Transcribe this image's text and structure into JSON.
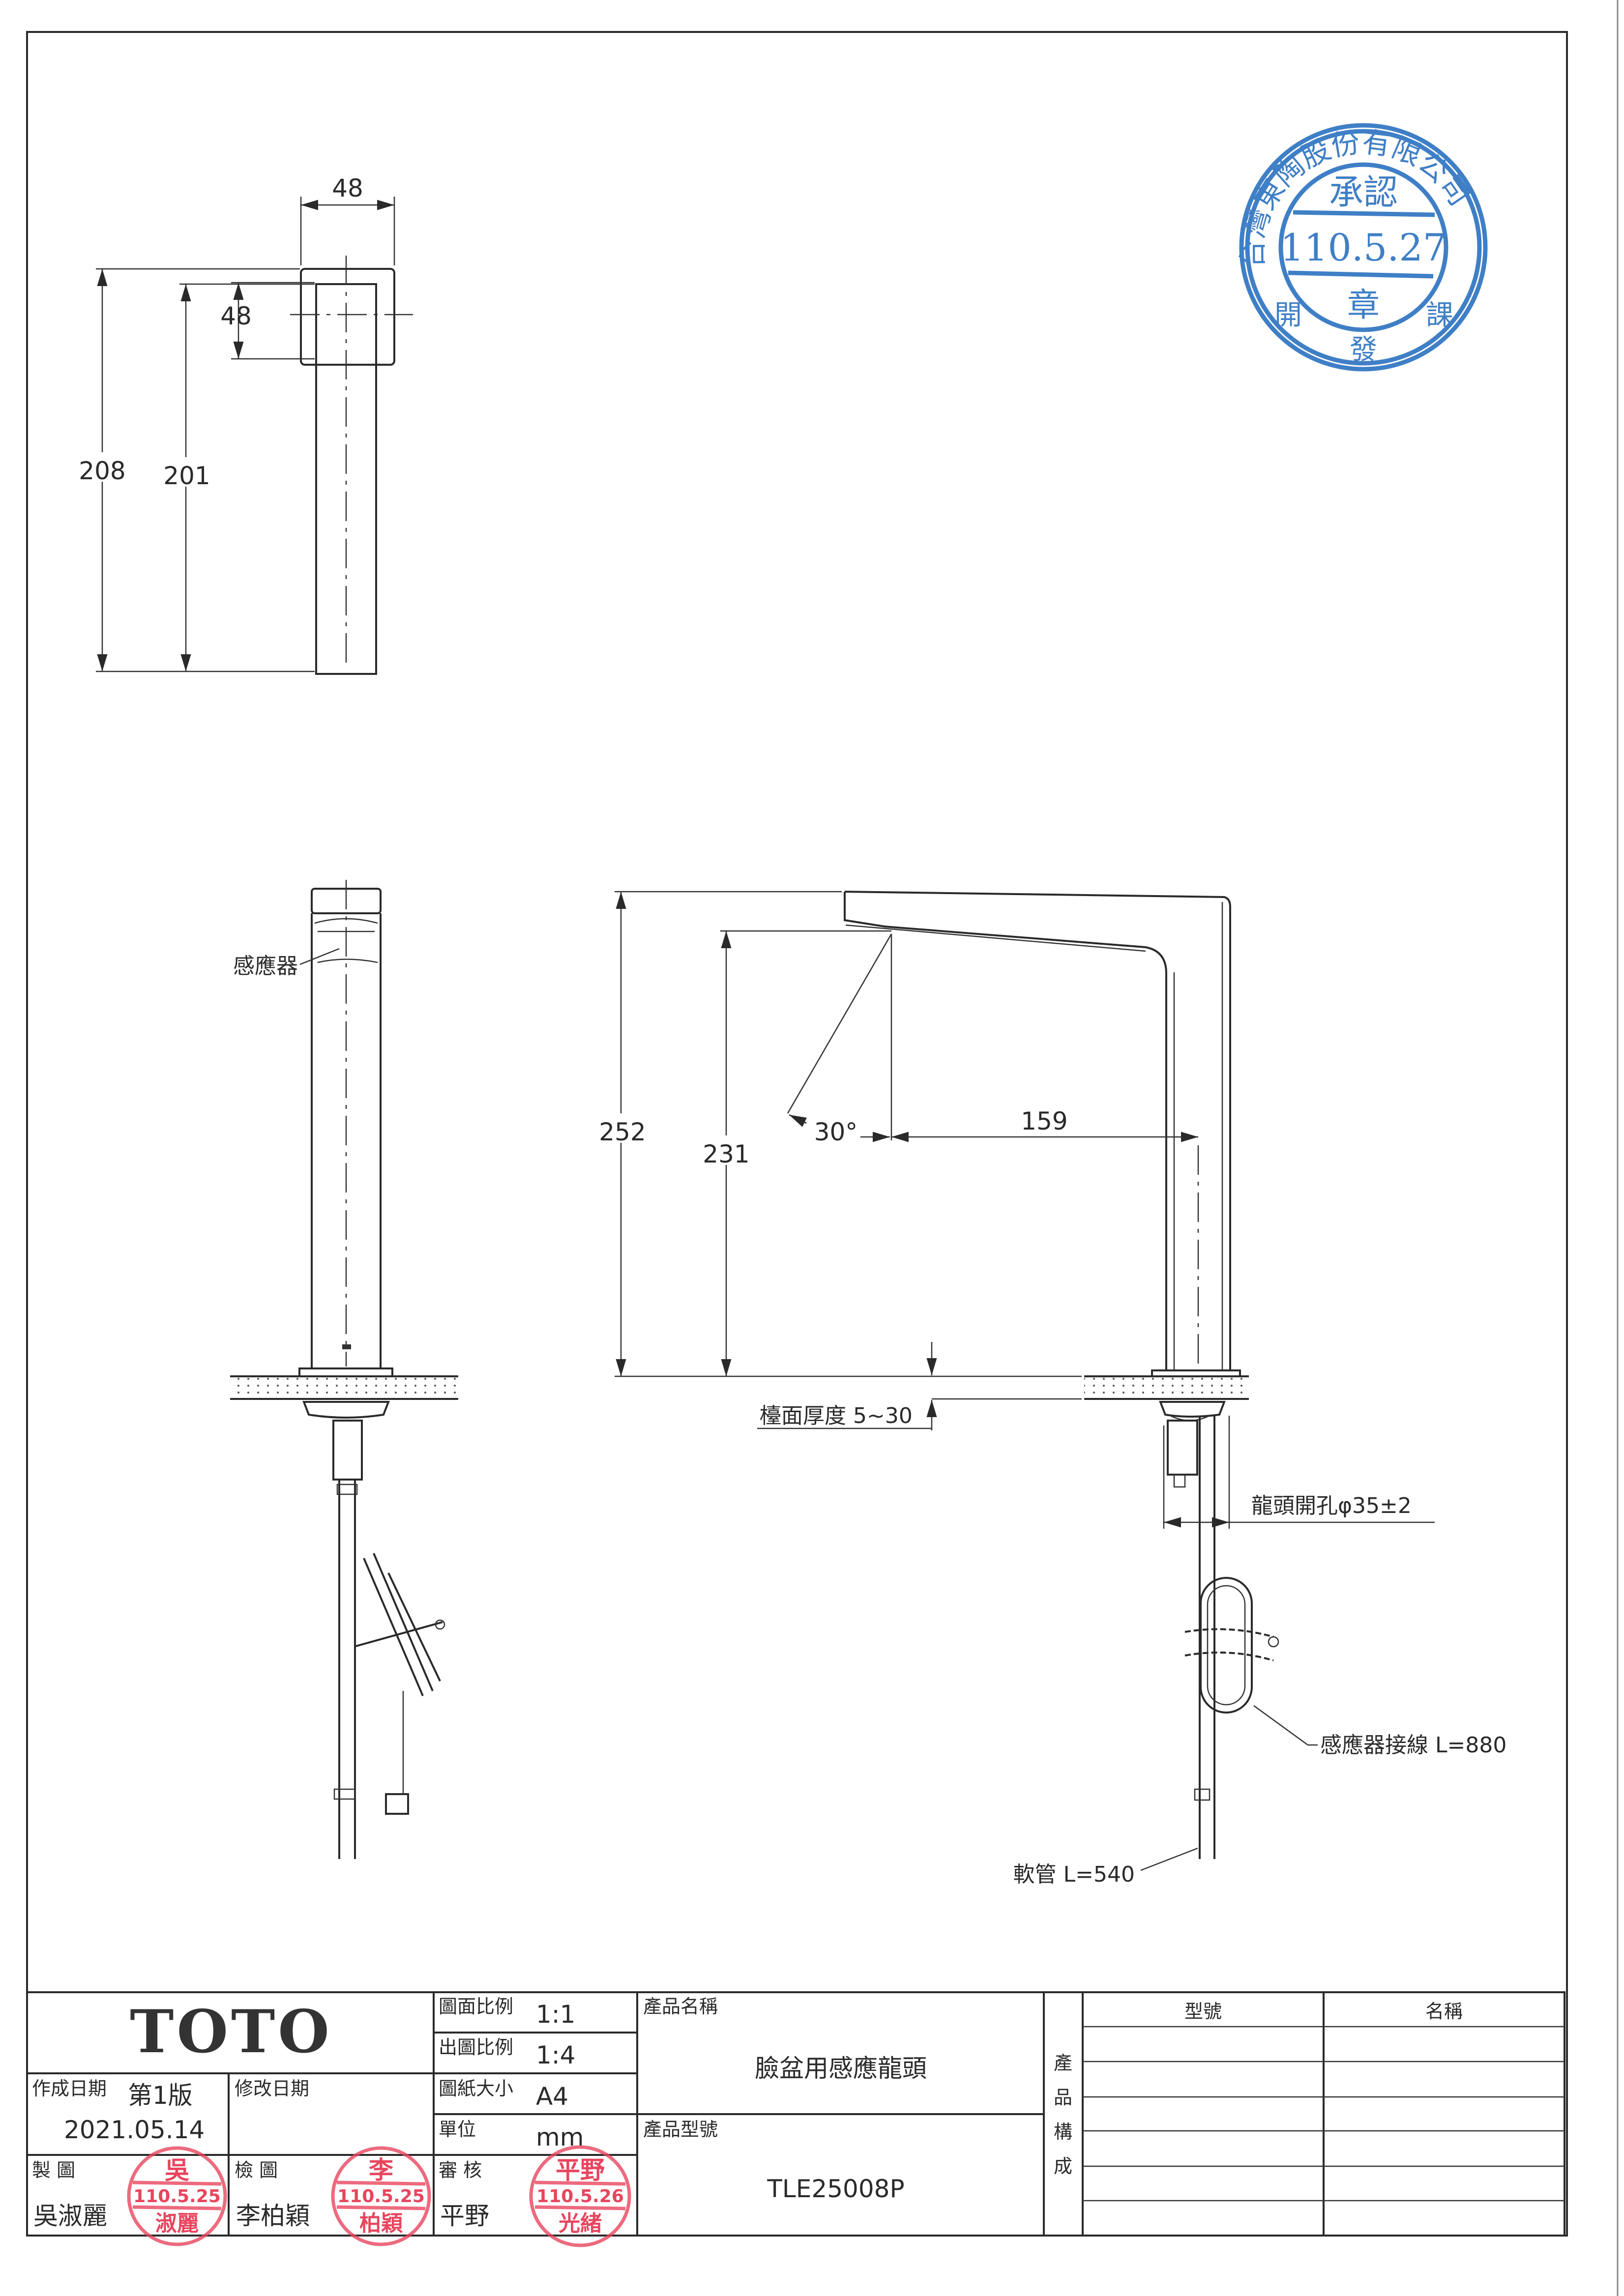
{
  "drawing": {
    "top_view": {
      "width_top": "48",
      "width_side": "48",
      "height_total": "208",
      "height_inner": "201"
    },
    "front_view": {
      "sensor_label": "感應器"
    },
    "side_view": {
      "height_total": "252",
      "height_outlet": "231",
      "angle": "30°",
      "reach": "159",
      "counter_thickness": "檯面厚度 5~30",
      "hole": "龍頭開孔φ35±2",
      "sensor_cable": "感應器接線 L=880",
      "hose": "軟管 L=540"
    }
  },
  "approval_stamp": {
    "company": "台灣東陶股份有限公司",
    "title": "承認",
    "date": "110.5.27",
    "seal": "章",
    "dept": [
      "開",
      "發",
      "課"
    ],
    "color": "#3f7fc6"
  },
  "title_block": {
    "logo": "TOTO",
    "scale_label": "圖面比例",
    "scale_value": "1:1",
    "print_scale_label": "出圖比例",
    "print_scale_value": "1:4",
    "paper_label": "圖紙大小",
    "paper_value": "A4",
    "unit_label": "單位",
    "unit_value": "mm",
    "created_label": "作成日期",
    "version": "第1版",
    "created_date": "2021.05.14",
    "revised_label": "修改日期",
    "drawn_label": "製 圖",
    "drawn_by": "吳淑麗",
    "checked_label": "檢 圖",
    "checked_by": "李柏穎",
    "approved_label": "審 核",
    "approved_by": "平野",
    "product_name_label": "產品名稱",
    "product_name": "臉盆用感應龍頭",
    "product_model_label": "產品型號",
    "product_model": "TLE25008P",
    "composition_label": [
      "產",
      "品",
      "構",
      "成"
    ],
    "composition_headers": [
      "型號",
      "名稱"
    ]
  },
  "signature_stamps": [
    {
      "top": "吳",
      "date": "110.5.25",
      "bottom": "淑麗",
      "color": "#e8455e"
    },
    {
      "top": "李",
      "date": "110.5.25",
      "bottom": "柏穎",
      "color": "#e8455e"
    },
    {
      "top": "平野",
      "date": "110.5.26",
      "bottom": "光緒",
      "color": "#e8455e"
    }
  ]
}
